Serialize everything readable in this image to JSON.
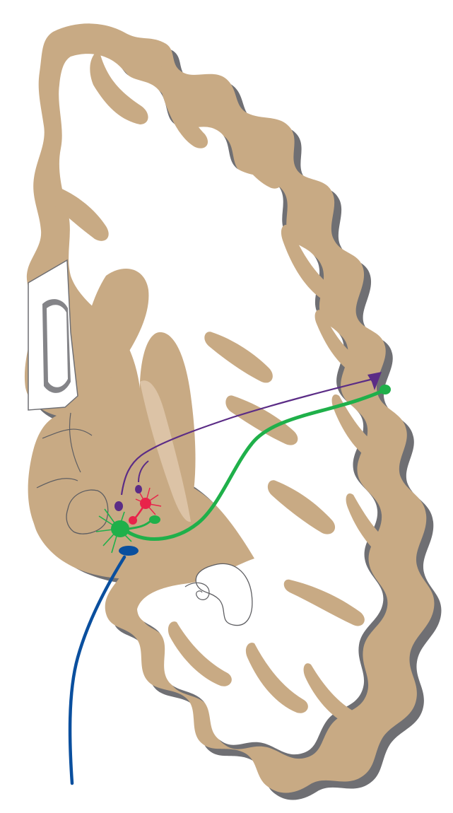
{
  "colors": {
    "background": "#ffffff",
    "gray_matter": "#c8aa84",
    "shadow": "#6f6f73",
    "outline": "#5e5e62",
    "internal_capsule": "#dcc3a6",
    "neuron_green": "#1fb04a",
    "neuron_purple": "#5b2c86",
    "neuron_red": "#e8234a",
    "neuron_blue": "#0a4f9e"
  },
  "elements": {
    "brain": "coronal-brain-section",
    "thalamus": "thalamus-relay-neuron",
    "interneuron": "thalamic-interneuron",
    "cortical_feedback": "corticothalamic-feedback-axon",
    "ascending": "ascending-sensory-afferent"
  }
}
